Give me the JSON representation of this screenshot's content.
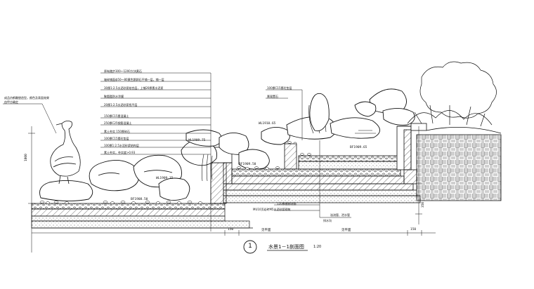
{
  "drawing": {
    "section_number": "1",
    "title": "水景1－1剖面图",
    "scale": "1:20"
  },
  "layer_notes": [
    "原有踏步300～1200大块黄石",
    "轴碎铺面ф50～80黄色鹅卵石平铺一层，铺一层",
    "30厚1:2.5水泥砂浆结合层，上铺20厚素水泥浆",
    "聚氨酯防水涂膜",
    "20厚1:2.5水泥砂浆找平层",
    "150厚C15素混凝土",
    "250厚C25钢筋混凝土",
    "素土夯实 150厚碎石",
    "100厚C15素砼垫层",
    "100厚1:2.5水泥砂浆结构层",
    "素土夯实，夯实度>0.93"
  ],
  "left_note": [
    "成品仿鹤雕塑造型，颜色及表面效果",
    "由甲方确定"
  ],
  "upper_notes": {
    "pump": "100厚C15素砼垫层",
    "stones": "景观置石"
  },
  "levels": {
    "wl_a": "WL1909.75",
    "wl_b": "WL1909.15",
    "wl_c": "WL1910.65",
    "bf_a": "BF1908.50",
    "bf_b": "BF1909.65",
    "bf_c": "BF1909.50"
  },
  "bottom_notes": {
    "plank": "120厚植物池面",
    "brick": "MU10页岩砖M5水泥砂浆砌筑",
    "pipe": "溢流管、泄水管",
    "drain": "排水沟"
  },
  "dimensions": {
    "left_height": "1000",
    "right_height": "350",
    "seg_a": "见平面",
    "seg_b": "150",
    "seg_c": "见平面",
    "seg_d": "150"
  }
}
